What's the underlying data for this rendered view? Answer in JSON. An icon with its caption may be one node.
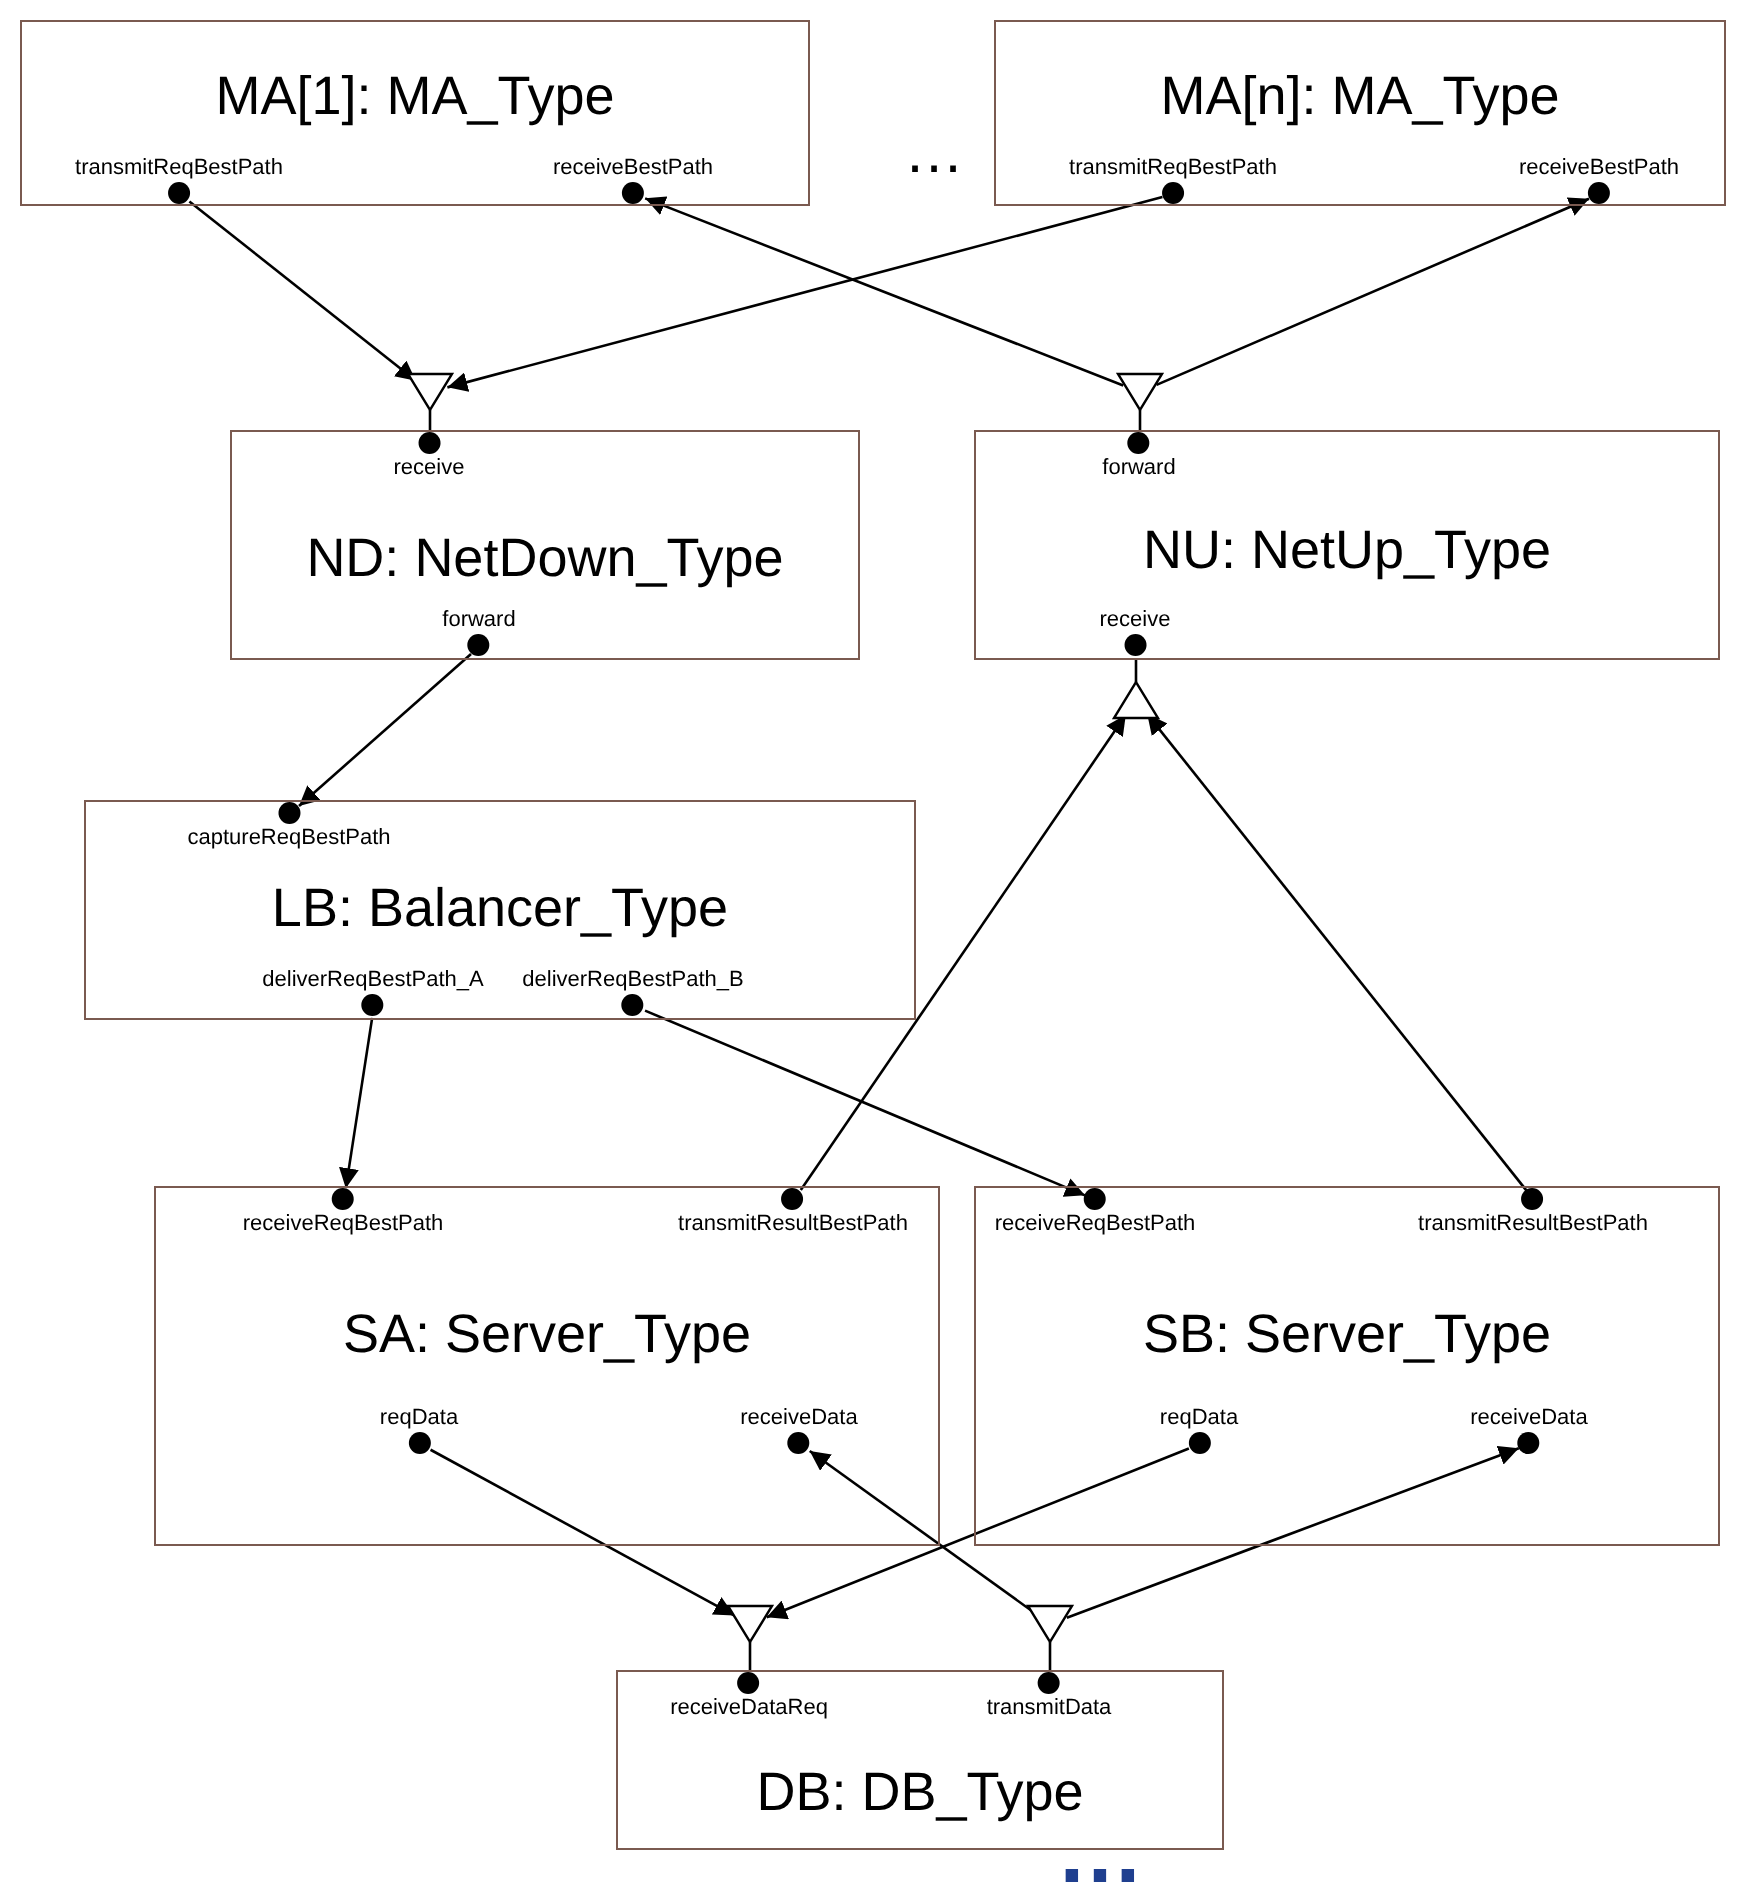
{
  "diagram": {
    "nodes": [
      {
        "text": [
          "MA[1]: MA_Type"
        ]
      },
      {
        "text": [
          "transmitReqBestPath"
        ],
        "in": 0
      },
      {
        "text": [
          "receiveBestPath"
        ],
        "in": 0
      },
      {
        "text": [
          "MA[n]: MA_Type"
        ]
      },
      {
        "text": [
          "transmitReqBestPath"
        ],
        "in": 3
      },
      {
        "text": [
          "receiveBestPath"
        ],
        "in": 3
      },
      {
        "text": [],
        "shape": "triangle"
      },
      {
        "text": [],
        "shape": "triangle"
      },
      {
        "text": [
          "ND: NetDown_Type"
        ]
      },
      {
        "text": [
          "receive"
        ],
        "in": 8
      },
      {
        "text": [
          "forward"
        ],
        "in": 8
      },
      {
        "text": [
          "NU: NetUp_Type"
        ]
      },
      {
        "text": [
          "forward"
        ],
        "in": 11
      },
      {
        "text": [
          "receive"
        ],
        "in": 11
      },
      {
        "text": [],
        "shape": "triangle"
      },
      {
        "text": [
          "LB: Balancer_Type"
        ]
      },
      {
        "text": [
          "captureReqBestPath"
        ],
        "in": 15
      },
      {
        "text": [
          "deliverReqBestPath_A"
        ],
        "in": 15
      },
      {
        "text": [
          "deliverReqBestPath_B"
        ],
        "in": 15
      },
      {
        "text": [
          "SA: Server_Type"
        ]
      },
      {
        "text": [
          "receiveReqBestPath"
        ],
        "in": 19
      },
      {
        "text": [
          "transmitResultBestPath"
        ],
        "in": 19
      },
      {
        "text": [
          "reqData"
        ],
        "in": 19
      },
      {
        "text": [
          "receiveData"
        ],
        "in": 19
      },
      {
        "text": [
          "SB: Server_Type"
        ]
      },
      {
        "text": [
          "receiveReqBestPath"
        ],
        "in": 24
      },
      {
        "text": [
          "transmitResultBestPath"
        ],
        "in": 24
      },
      {
        "text": [
          "reqData"
        ],
        "in": 24
      },
      {
        "text": [
          "receiveData"
        ],
        "in": 24
      },
      {
        "text": [],
        "shape": "triangle"
      },
      {
        "text": [],
        "shape": "triangle"
      },
      {
        "text": [
          "DB: DB_Type"
        ]
      },
      {
        "text": [
          "receiveDataReq"
        ],
        "in": 31
      },
      {
        "text": [
          "transmitData"
        ],
        "in": 31
      }
    ],
    "edges": [
      {
        "from": 1,
        "to": 6,
        "arrow": "to"
      },
      {
        "from": 4,
        "to": 6,
        "arrow": "to"
      },
      {
        "from": 6,
        "to": 9,
        "arrow": "none"
      },
      {
        "from": 7,
        "to": 12,
        "arrow": "none"
      },
      {
        "from": 7,
        "to": 2,
        "arrow": "to"
      },
      {
        "from": 7,
        "to": 5,
        "arrow": "to"
      },
      {
        "from": 10,
        "to": 16,
        "arrow": "to"
      },
      {
        "from": 17,
        "to": 20,
        "arrow": "to"
      },
      {
        "from": 18,
        "to": 25,
        "arrow": "to"
      },
      {
        "from": 13,
        "to": 14,
        "arrow": "none"
      },
      {
        "from": 21,
        "to": 14,
        "arrow": "to"
      },
      {
        "from": 26,
        "to": 14,
        "arrow": "to"
      },
      {
        "from": 22,
        "to": 29,
        "arrow": "to"
      },
      {
        "from": 27,
        "to": 29,
        "arrow": "to"
      },
      {
        "from": 29,
        "to": 32,
        "arrow": "none"
      },
      {
        "from": 30,
        "to": 33,
        "arrow": "none"
      },
      {
        "from": 30,
        "to": 23,
        "arrow": "to"
      },
      {
        "from": 30,
        "to": 28,
        "arrow": "to"
      }
    ],
    "labels": [
      "…",
      "…"
    ]
  }
}
